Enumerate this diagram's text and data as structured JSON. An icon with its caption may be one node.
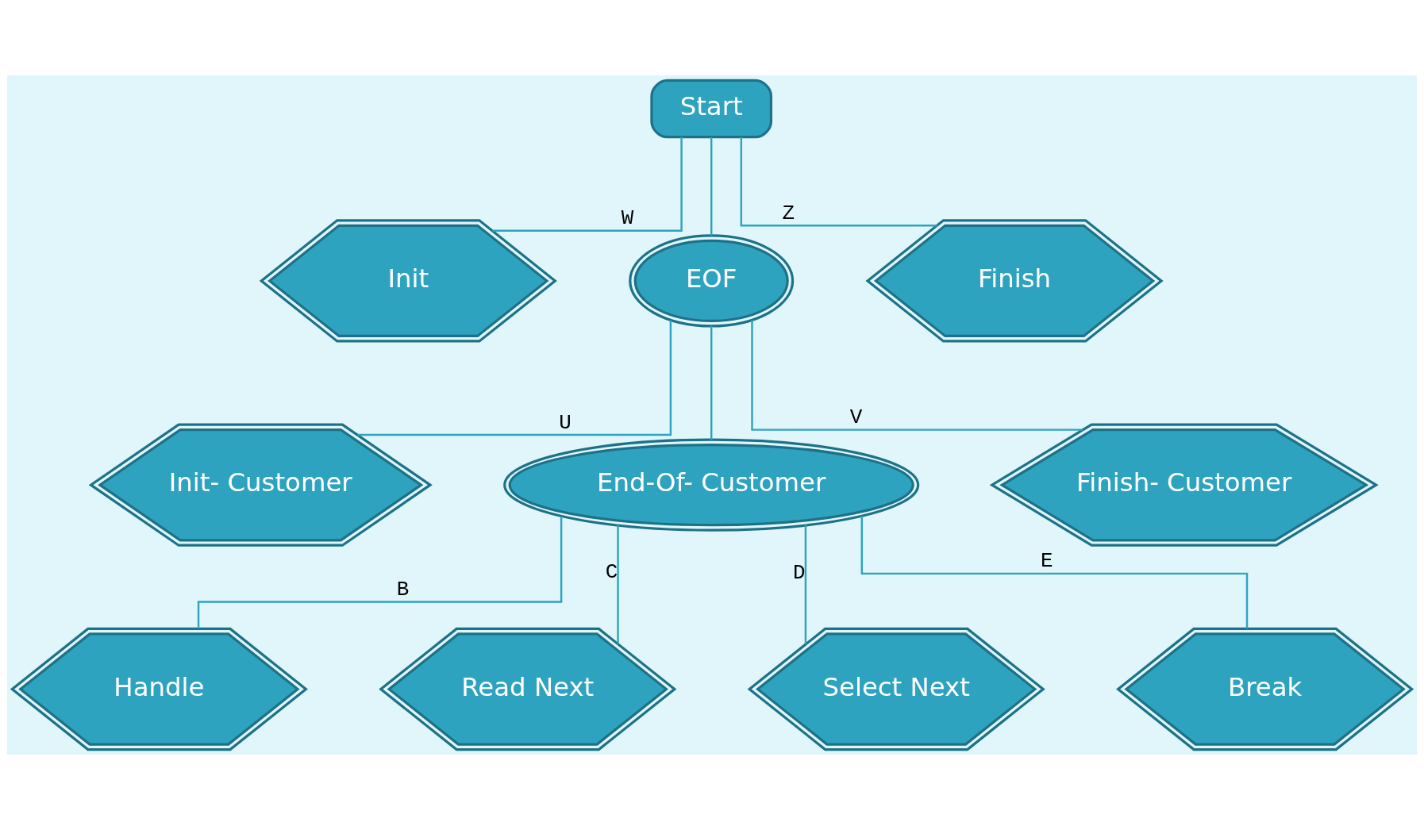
{
  "diagram": {
    "nodes": [
      {
        "text": [
          "Start"
        ]
      },
      {
        "text": [
          "Init"
        ]
      },
      {
        "text": [
          "EOF"
        ]
      },
      {
        "text": [
          "Finish"
        ]
      },
      {
        "text": [
          "Init- Customer"
        ]
      },
      {
        "text": [
          "End-Of- Customer"
        ]
      },
      {
        "text": [
          "Finish- Customer"
        ]
      },
      {
        "text": [
          "Handle"
        ]
      },
      {
        "text": [
          "Read Next"
        ]
      },
      {
        "text": [
          "Select Next"
        ]
      },
      {
        "text": [
          "Break"
        ]
      }
    ],
    "edges": [
      {
        "from": 0,
        "to": 1,
        "arrow": "none",
        "label": "W"
      },
      {
        "from": 0,
        "to": 2,
        "arrow": "none"
      },
      {
        "from": 0,
        "to": 3,
        "arrow": "none",
        "label": "Z"
      },
      {
        "from": 2,
        "to": 4,
        "arrow": "none",
        "label": "U"
      },
      {
        "from": 2,
        "to": 5,
        "arrow": "none"
      },
      {
        "from": 2,
        "to": 6,
        "arrow": "none",
        "label": "V"
      },
      {
        "from": 5,
        "to": 7,
        "arrow": "none",
        "label": "B"
      },
      {
        "from": 5,
        "to": 8,
        "arrow": "none",
        "label": "C"
      },
      {
        "from": 5,
        "to": 9,
        "arrow": "none",
        "label": "D"
      },
      {
        "from": 5,
        "to": 10,
        "arrow": "none",
        "label": "E"
      }
    ]
  }
}
